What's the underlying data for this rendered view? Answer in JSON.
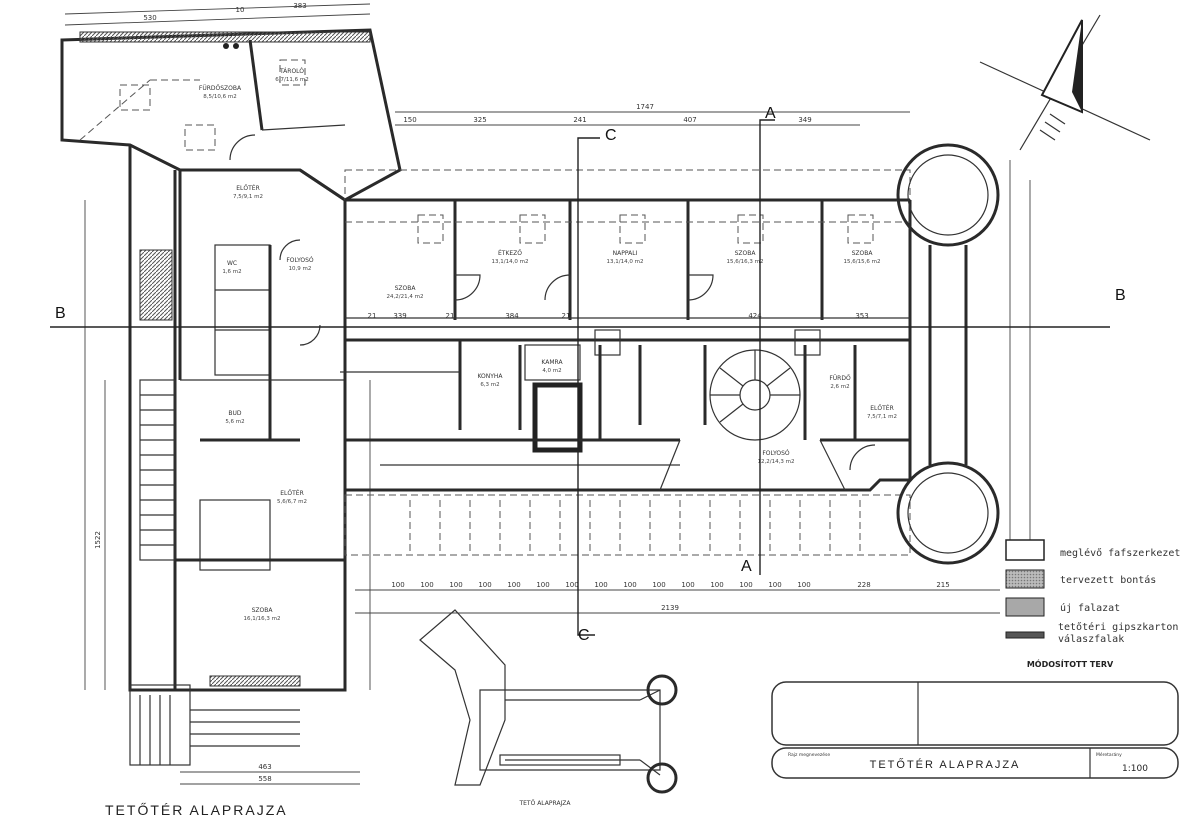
{
  "drawing": {
    "title": "TETŐTÉR ALAPRAJZA",
    "inset_title": "TETŐ ALAPRAJZA",
    "section_markers": {
      "a": "A",
      "b": "B",
      "c": "C"
    }
  },
  "rooms": [
    {
      "name": "SZOBA",
      "area": "24,2/21,4 m2"
    },
    {
      "name": "ÉTKEZŐ",
      "area": "13,1/14,0 m2"
    },
    {
      "name": "NAPPALI",
      "area": "13,1/14,0 m2"
    },
    {
      "name": "SZOBA",
      "area": "15,6/16,3 m2"
    },
    {
      "name": "SZOBA",
      "area": "15,6/15,6 m2"
    },
    {
      "name": "FÜRDŐSZOBA",
      "area": "8,5/10,6 m2"
    },
    {
      "name": "TÁROLÓ",
      "area": "6,7/11,6 m2"
    },
    {
      "name": "ELŐTÉR",
      "area": "7,5/9,1 m2"
    },
    {
      "name": "FOLYOSÓ",
      "area": "10,9 m2"
    },
    {
      "name": "KONYHA",
      "area": "6,3 m2"
    },
    {
      "name": "KAMRA",
      "area": "4,0 m2"
    },
    {
      "name": "FOLYOSÓ",
      "area": "12,2/14,3 m2"
    },
    {
      "name": "ELŐTÉR",
      "area": "7,5/7,1 m2"
    },
    {
      "name": "FÜRDŐ",
      "area": "2,6 m2"
    },
    {
      "name": "ELŐTÉR",
      "area": "5,6/6,7 m2"
    },
    {
      "name": "SZOBA",
      "area": "16,1/16,3 m2"
    },
    {
      "name": "BUD",
      "area": "5,6 m2"
    },
    {
      "name": "WC",
      "area": "1,6 m2"
    }
  ],
  "dimensions": {
    "top_left": [
      "530",
      "10",
      "383"
    ],
    "top_total": "1747",
    "top_chain": [
      "150",
      "325",
      "241",
      "407",
      "349"
    ],
    "room_chain": [
      "21",
      "339",
      "21",
      "384",
      "21",
      "424",
      "353"
    ],
    "bottom_chain": [
      "100",
      "100",
      "100",
      "100",
      "100",
      "100",
      "100",
      "100",
      "100",
      "100",
      "100",
      "100",
      "100",
      "100",
      "100",
      "228",
      "215"
    ],
    "bottom_total": "2139",
    "left_total": "1522",
    "bottom_stairs": [
      "463",
      "558"
    ]
  },
  "legend": [
    {
      "label": "meglévő fafszerkezet",
      "fill": "#ffffff"
    },
    {
      "label": "tervezett bontás",
      "fill": "#c8c8c8"
    },
    {
      "label": "új falazat",
      "fill": "#a8a8a8"
    },
    {
      "label": "tetőtéri gipszkarton válaszfalak",
      "fill": "#555555"
    }
  ],
  "legend_note": "MÓDOSÍTOTT TERV",
  "title_block": {
    "name_label": "Rajz megnevezése",
    "name": "TETŐTÉR ALAPRAJZA",
    "scale_label": "Méretarány",
    "scale": "1:100"
  }
}
